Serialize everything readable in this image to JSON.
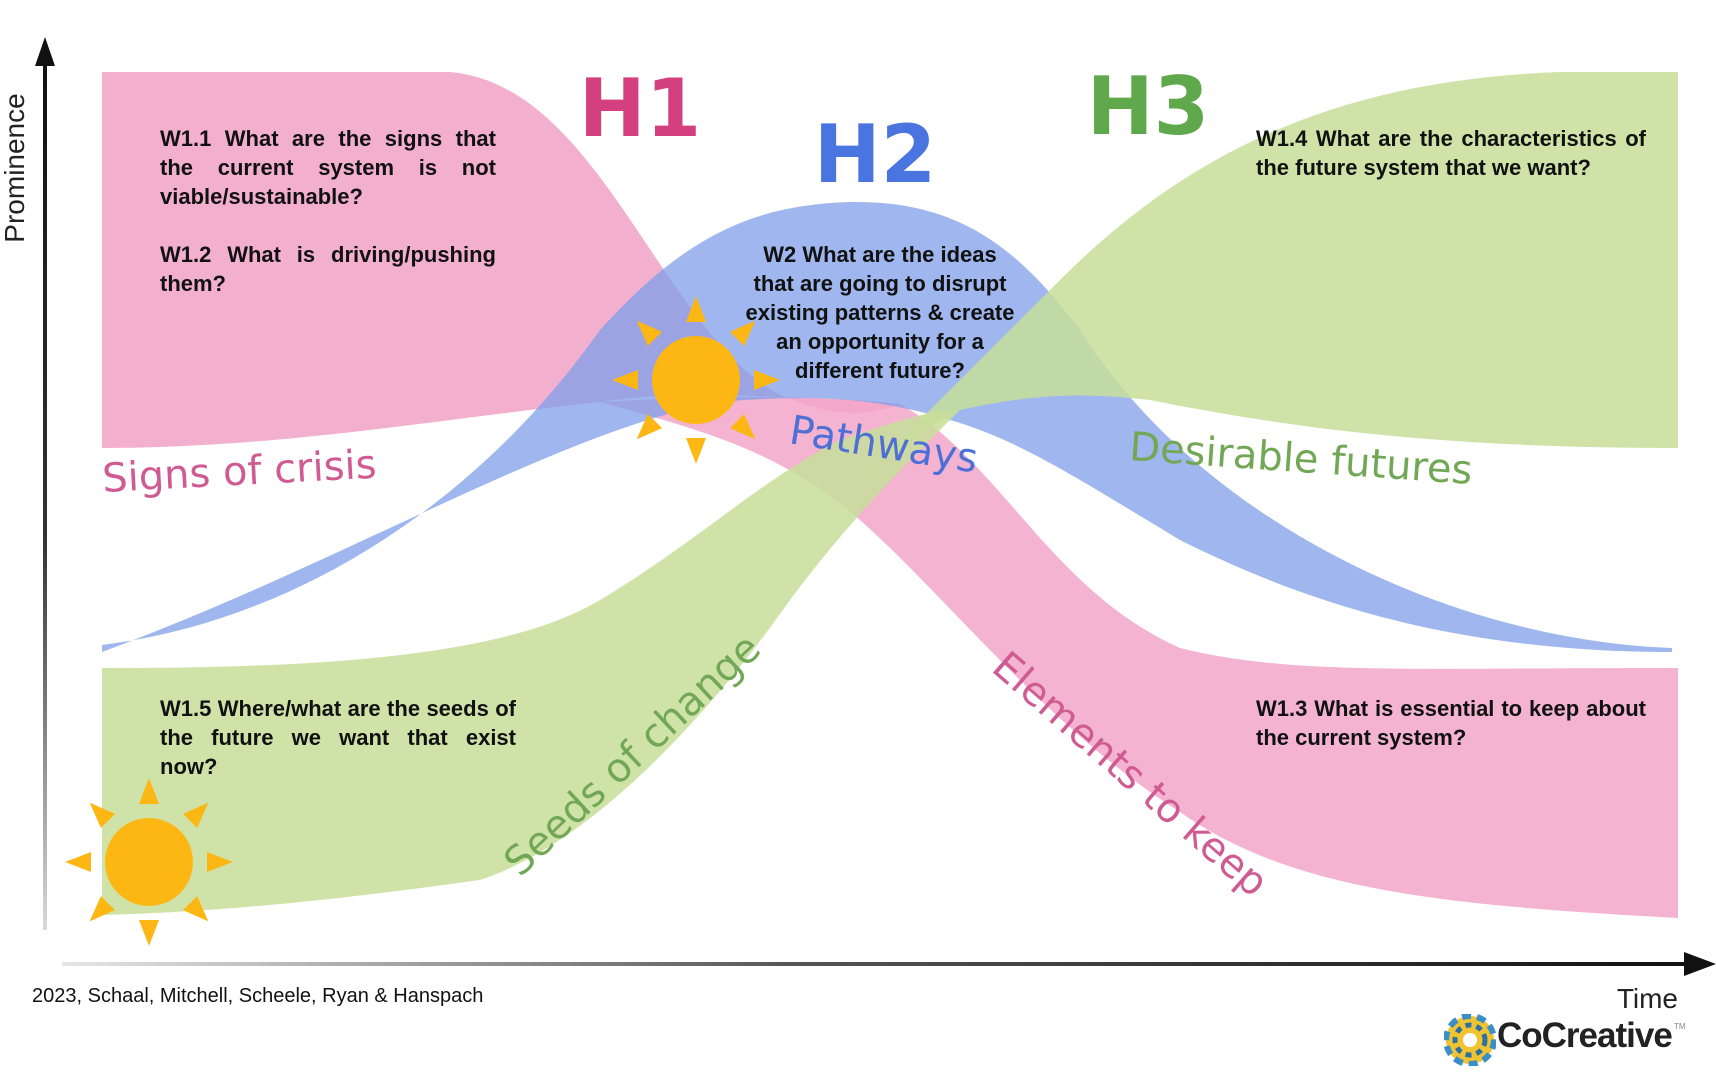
{
  "axes": {
    "y_label": "Prominence",
    "x_label": "Time"
  },
  "horizons": {
    "h1": {
      "label": "H1",
      "color": "#d4407f"
    },
    "h2": {
      "label": "H2",
      "color": "#4a74e0"
    },
    "h3": {
      "label": "H3",
      "color": "#5fa84b"
    }
  },
  "bands": {
    "signs_of_crisis": {
      "label": "Signs of crisis",
      "fill": "#f2a6c9",
      "text_color": "#cf5b92"
    },
    "elements_to_keep": {
      "label": "Elements to keep",
      "fill": "#f2a6c9",
      "text_color": "#cf5b92"
    },
    "pathways": {
      "label": "Pathways",
      "fill": "#7f9fe8",
      "text_color": "#4d70d6"
    },
    "desirable_futures": {
      "label": "Desirable futures",
      "fill": "#c7de9a",
      "text_color": "#72a855"
    },
    "seeds_of_change": {
      "label": "Seeds of change",
      "fill": "#c7de9a",
      "text_color": "#72a855"
    }
  },
  "questions": {
    "w1_1": "W1.1 What are the signs that the current system is not viable/sustainable?",
    "w1_2": "W1.2 What is driving/pushing them?",
    "w1_3": "W1.3 What is essential to keep about the current system?",
    "w1_4": "W1.4 What are the characteristics of the future system that we want?",
    "w1_5": "W1.5 Where/what are the seeds of the future we want that exist now?",
    "w2_line1": "W2 What are the ideas",
    "w2_line2": "that are going to disrupt",
    "w2_line3": "existing patterns & create",
    "w2_line4": "an opportunity for a",
    "w2_line5": "different future?"
  },
  "icons": {
    "sun_center": "sun-icon",
    "sun_bottom_left": "sun-icon",
    "sun_color": "#fdb714",
    "logo_mark": "cocreative-logo-icon"
  },
  "citation": "2023, Schaal, Mitchell, Scheele, Ryan & Hanspach",
  "logo": {
    "name": "CoCreative",
    "tm": "TM"
  }
}
